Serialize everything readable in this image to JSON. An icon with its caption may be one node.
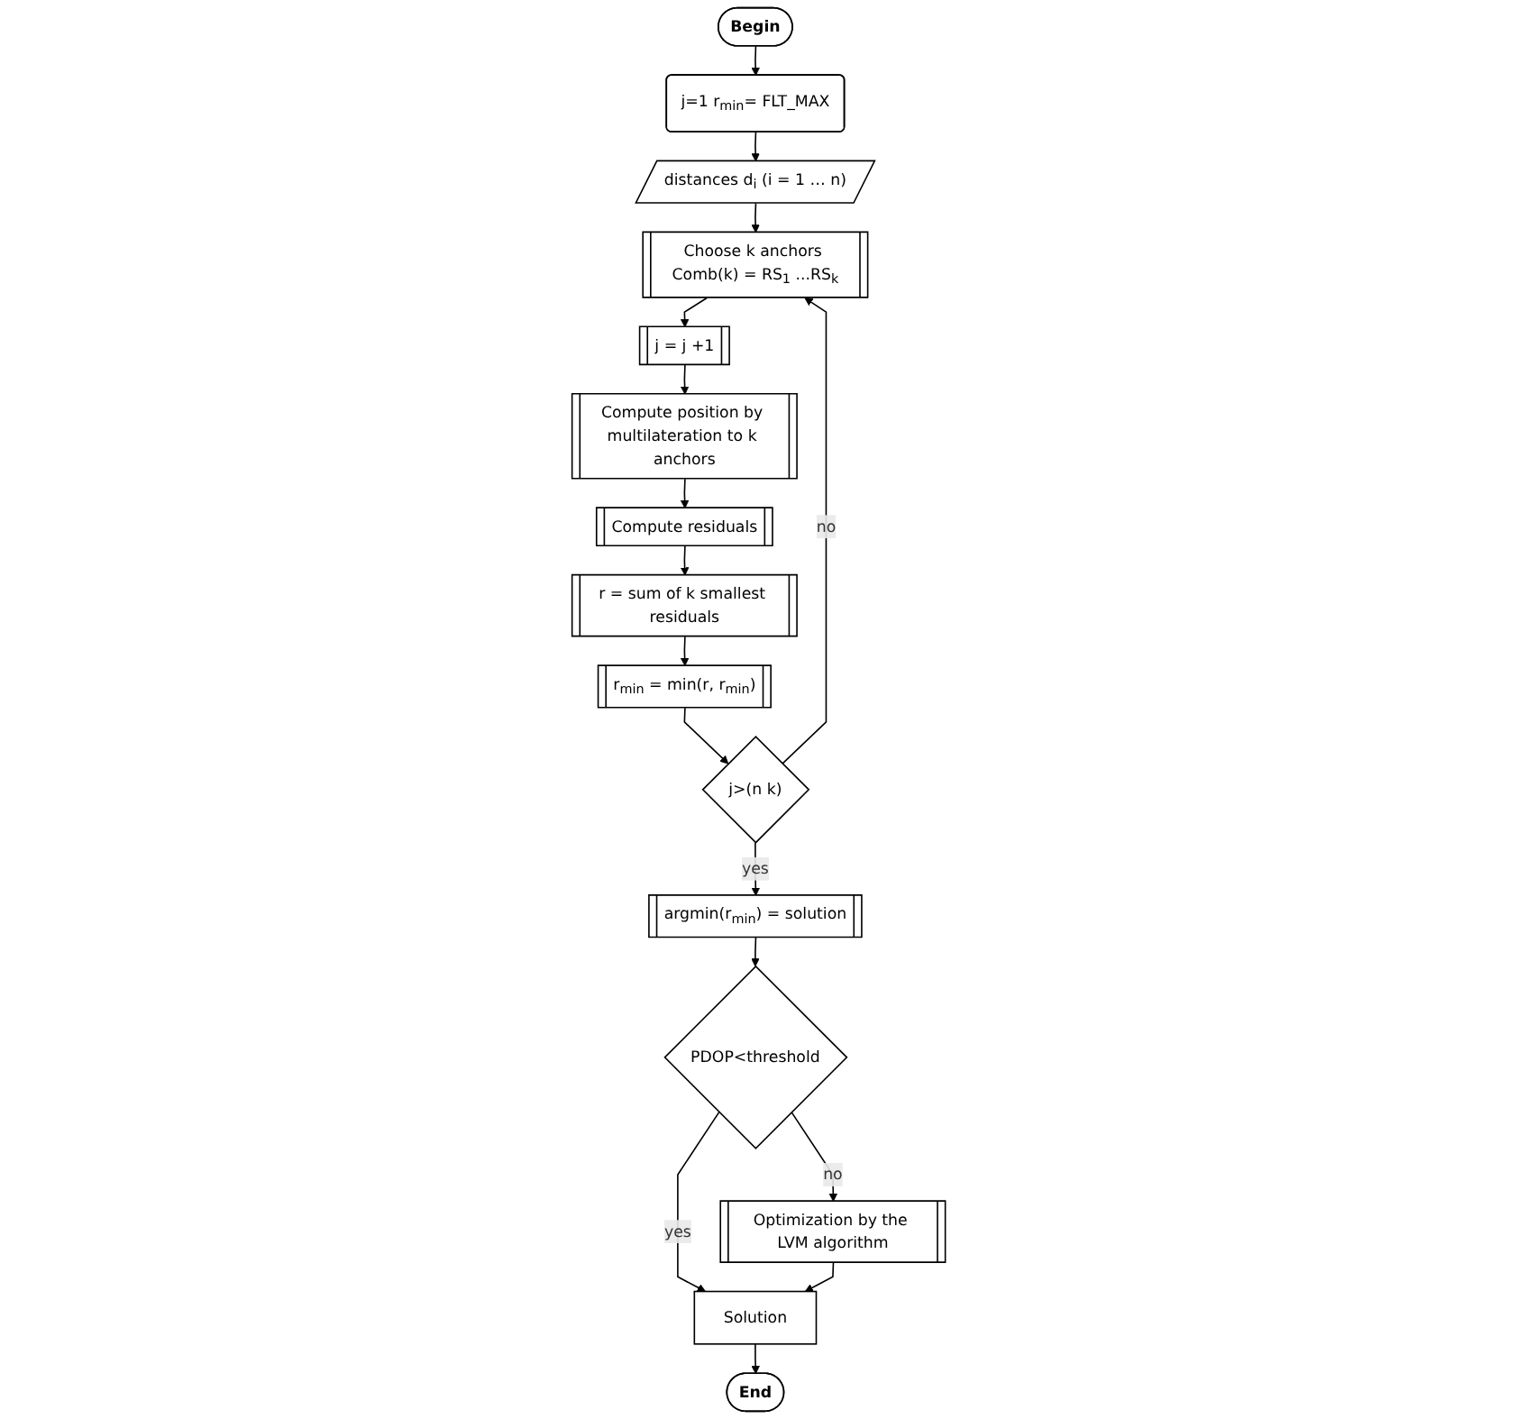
{
  "diagram": {
    "nodes": [
      {
        "text": [
          "Begin"
        ]
      },
      {
        "text": [
          "j=1 r$_{min}$= FLT_MAX"
        ]
      },
      {
        "text": [
          "distances d$_{i}$ (i = 1 … n)"
        ]
      },
      {
        "text": [
          "Choose k anchors Comb(k) = RS$_{1}$ ...RS$_{k}$"
        ]
      },
      {
        "text": [
          "j = j +1"
        ]
      },
      {
        "text": [
          "Compute position by multilateration to k anchors"
        ]
      },
      {
        "text": [
          "Compute residuals"
        ]
      },
      {
        "text": [
          "r = sum of k smallest residuals"
        ]
      },
      {
        "text": [
          "r$_{min}$ = min(r, r$_{min}$)"
        ]
      },
      {
        "text": [
          "j>(n k)"
        ]
      },
      {
        "text": [
          "argmin(r$_{min}$) = solution"
        ]
      },
      {
        "text": [
          "PDOP<threshold"
        ]
      },
      {
        "text": [
          "Optimization by the LVM algorithm"
        ]
      },
      {
        "text": [
          "Solution"
        ]
      },
      {
        "text": [
          "End"
        ]
      }
    ],
    "edges": [
      {
        "from": 0,
        "to": 1,
        "arrow": "to"
      },
      {
        "from": 1,
        "to": 2,
        "arrow": "to"
      },
      {
        "from": 2,
        "to": 3,
        "arrow": "to"
      },
      {
        "from": 3,
        "to": 4,
        "arrow": "to"
      },
      {
        "from": 4,
        "to": 5,
        "arrow": "to"
      },
      {
        "from": 5,
        "to": 6,
        "arrow": "to"
      },
      {
        "from": 6,
        "to": 7,
        "arrow": "to"
      },
      {
        "from": 7,
        "to": 8,
        "arrow": "to"
      },
      {
        "from": 8,
        "to": 9,
        "arrow": "to"
      },
      {
        "from": 9,
        "to": 3,
        "label": "no",
        "arrow": "to"
      },
      {
        "from": 9,
        "to": 10,
        "label": "yes",
        "arrow": "to"
      },
      {
        "from": 10,
        "to": 11,
        "arrow": "to"
      },
      {
        "from": 11,
        "to": 12,
        "label": "no",
        "arrow": "to"
      },
      {
        "from": 11,
        "to": 13,
        "label": "yes",
        "arrow": "to"
      },
      {
        "from": 12,
        "to": 13,
        "arrow": "to"
      },
      {
        "from": 13,
        "to": 14,
        "arrow": "to"
      }
    ]
  }
}
